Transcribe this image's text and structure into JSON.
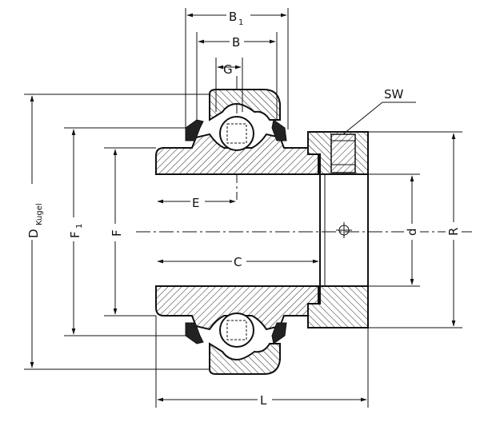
{
  "labels": {
    "b1": "B",
    "b1_sub": "1",
    "b": "B",
    "g": "G",
    "sw": "SW",
    "d_kugel": "D",
    "d_kugel_sub": "Kugel",
    "f1": "F",
    "f1_sub": "1",
    "f": "F",
    "e": "E",
    "c": "C",
    "d": "d",
    "r": "R",
    "l": "L"
  }
}
